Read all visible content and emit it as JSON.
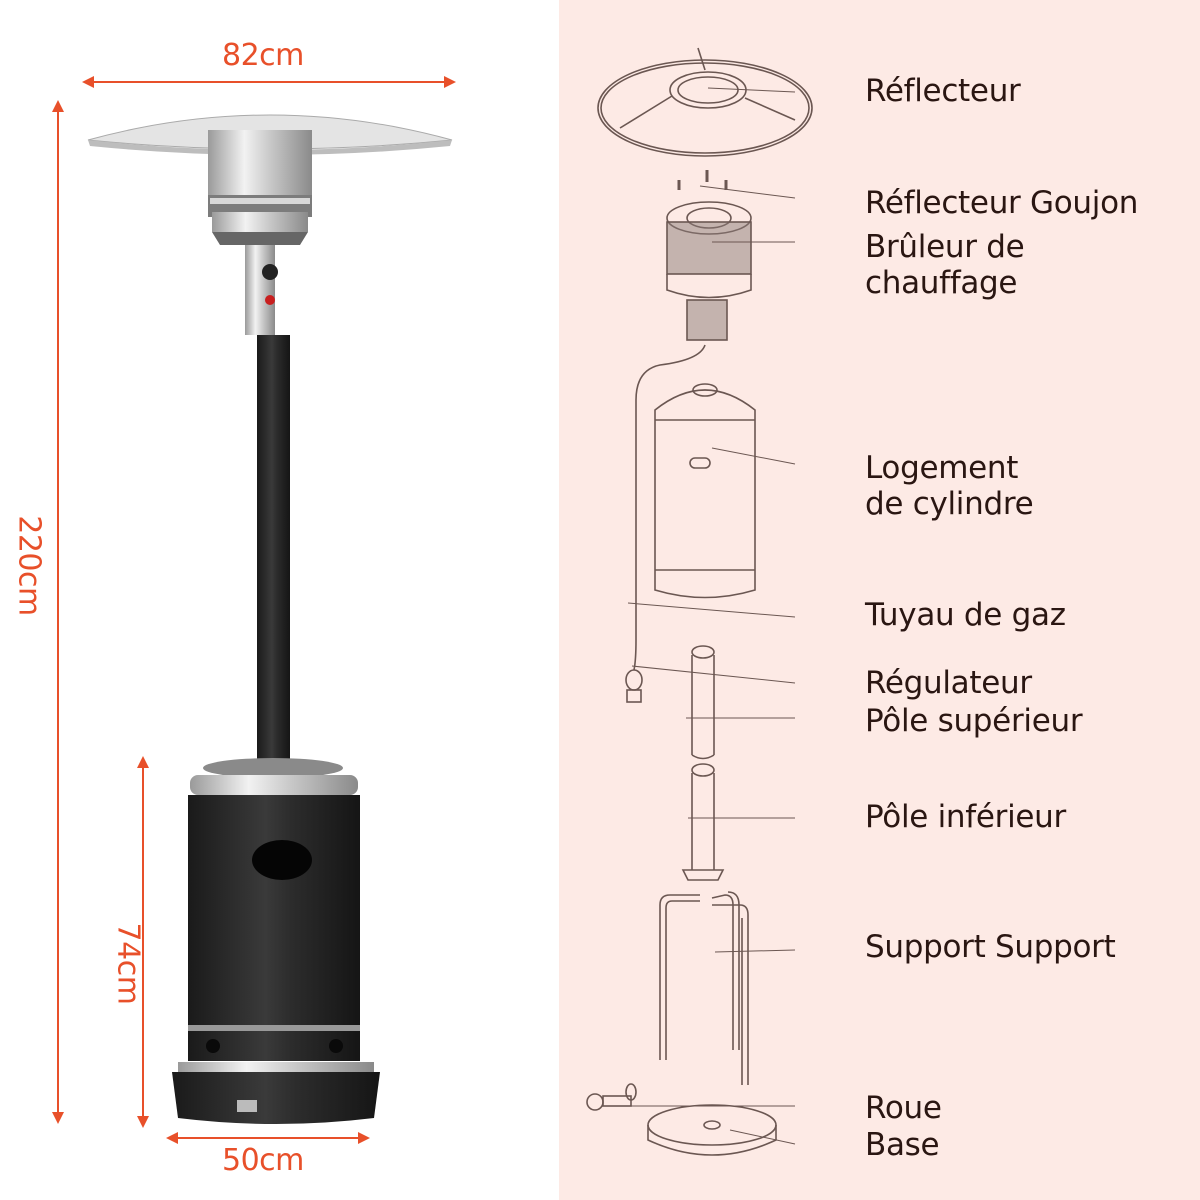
{
  "dimensions": {
    "width": "82cm",
    "height_total": "220cm",
    "height_base": "74cm",
    "base_width": "50cm",
    "accent_color": "#e8502a"
  },
  "parts": [
    {
      "label": "Réflecteur"
    },
    {
      "label": "Réflecteur Goujon"
    },
    {
      "label": "Brûleur de chauffage",
      "line1": "Brûleur de",
      "line2": "chauffage"
    },
    {
      "label": "Logement de cylindre",
      "line1": "Logement",
      "line2": "de cylindre"
    },
    {
      "label": "Tuyau de gaz"
    },
    {
      "label": "Régulateur"
    },
    {
      "label": "Pôle supérieur"
    },
    {
      "label": "Pôle inférieur"
    },
    {
      "label": "Support Support"
    },
    {
      "label": "Roue"
    },
    {
      "label": "Base"
    }
  ],
  "colors": {
    "panel_background": "#fdeae5",
    "label_text": "#2a1612",
    "line_art": "#6b5752"
  }
}
